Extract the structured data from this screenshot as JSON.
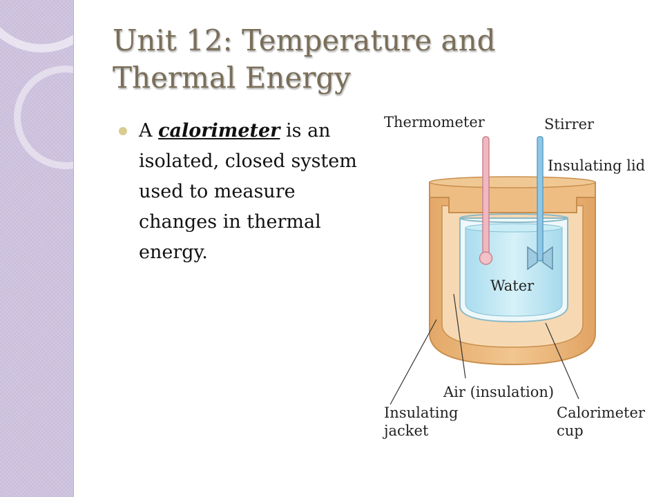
{
  "slide": {
    "title": "Unit 12: Temperature and Thermal Energy",
    "bullet": {
      "prefix": "A ",
      "term": "calorimeter",
      "suffix": " is an isolated, closed system used to measure changes in thermal energy."
    }
  },
  "diagram": {
    "labels": {
      "thermometer": "Thermometer",
      "stirrer": "Stirrer",
      "lid": "Insulating lid",
      "water": "Water",
      "air": "Air (insulation)",
      "jacket_line1": "Insulating",
      "jacket_line2": "jacket",
      "cup_line1": "Calorimeter",
      "cup_line2": "cup"
    },
    "colors": {
      "jacket": "#e9b679",
      "jacket_edge": "#c98e4c",
      "water": "#bde6f2",
      "thermometer": "#f0b8c0",
      "stirrer": "#8fc7e6",
      "sidebar": "#c9bddb",
      "title": "#7a6e58"
    }
  }
}
